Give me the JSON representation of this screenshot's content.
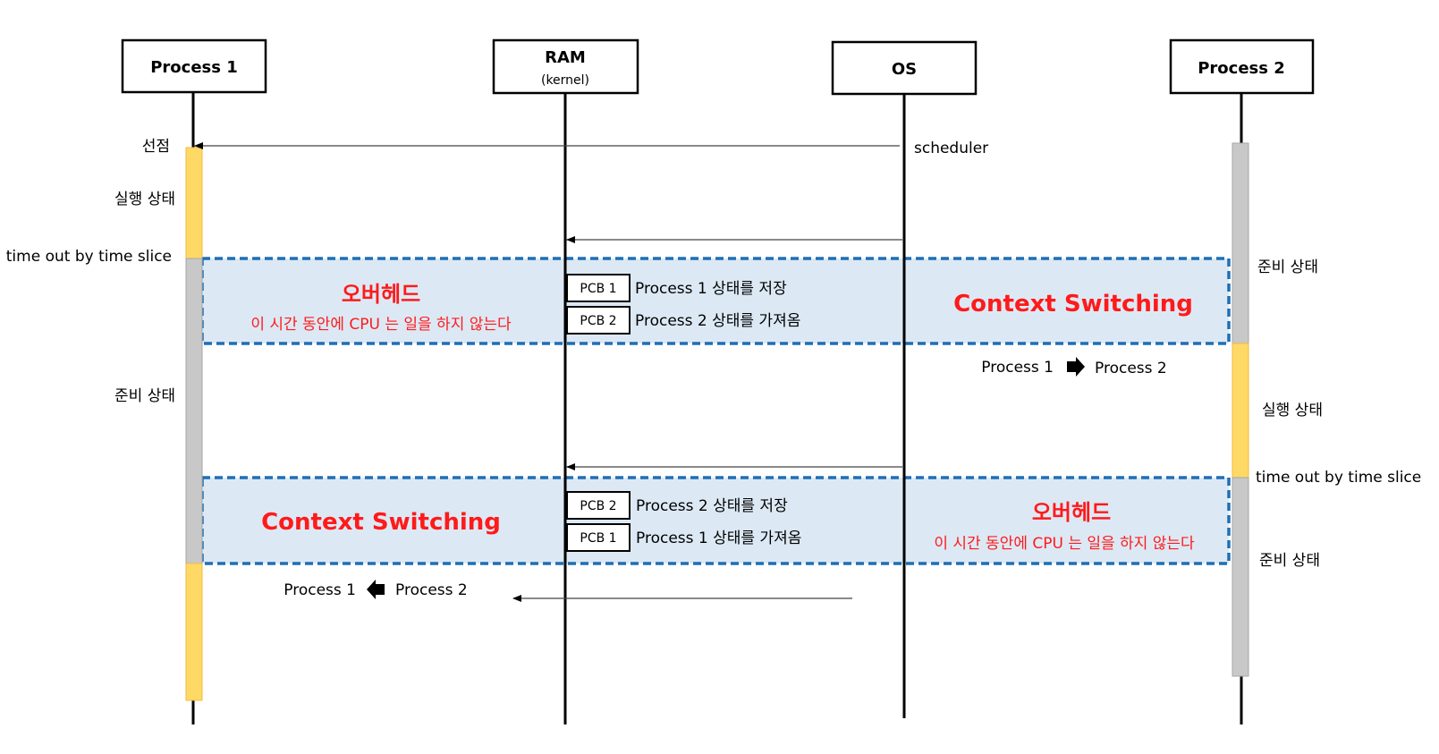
{
  "participants": [
    {
      "id": "p1",
      "title": "Process 1",
      "subtitle": ""
    },
    {
      "id": "ram",
      "title": "RAM",
      "subtitle": "(kernel)"
    },
    {
      "id": "os",
      "title": "OS",
      "subtitle": ""
    },
    {
      "id": "p2",
      "title": "Process 2",
      "subtitle": ""
    }
  ],
  "labels": {
    "p1_preempt": "선점",
    "p1_running": "실행 상태",
    "p1_timeout": "time out by time slice",
    "p1_ready": "준비 상태",
    "os_scheduler": "scheduler",
    "p2_ready_top": "준비 상태",
    "p2_running": "실행 상태",
    "p2_timeout": "time out by time slice",
    "p2_ready_bottom": "준비 상태"
  },
  "switch1": {
    "overhead_title": "오버헤드",
    "overhead_desc": "이 시간 동안에 CPU 는 일을 하지 않는다",
    "context_label": "Context Switching",
    "pcb_a": "PCB 1",
    "pcb_a_text": "Process 1 상태를 저장",
    "pcb_b": "PCB 2",
    "pcb_b_text": "Process 2 상태를 가져옴",
    "transition_from": "Process 1",
    "transition_to": "Process 2"
  },
  "switch2": {
    "overhead_title": "오버헤드",
    "overhead_desc": "이 시간 동안에 CPU 는 일을 하지 않는다",
    "context_label": "Context Switching",
    "pcb_a": "PCB 2",
    "pcb_a_text": "Process 2 상태를 저장",
    "pcb_b": "PCB 1",
    "pcb_b_text": "Process 1 상태를 가져옴",
    "transition_from": "Process 1",
    "transition_to": "Process 2"
  },
  "colors": {
    "running": "#ffd966",
    "running_edge": "#f4b942",
    "ready": "#c8c8c8",
    "ready_edge": "#a6a6a6",
    "switch_fill": "#dce9f5",
    "switch_border": "#1f6fb5",
    "accent_red": "#ff1a1a"
  }
}
